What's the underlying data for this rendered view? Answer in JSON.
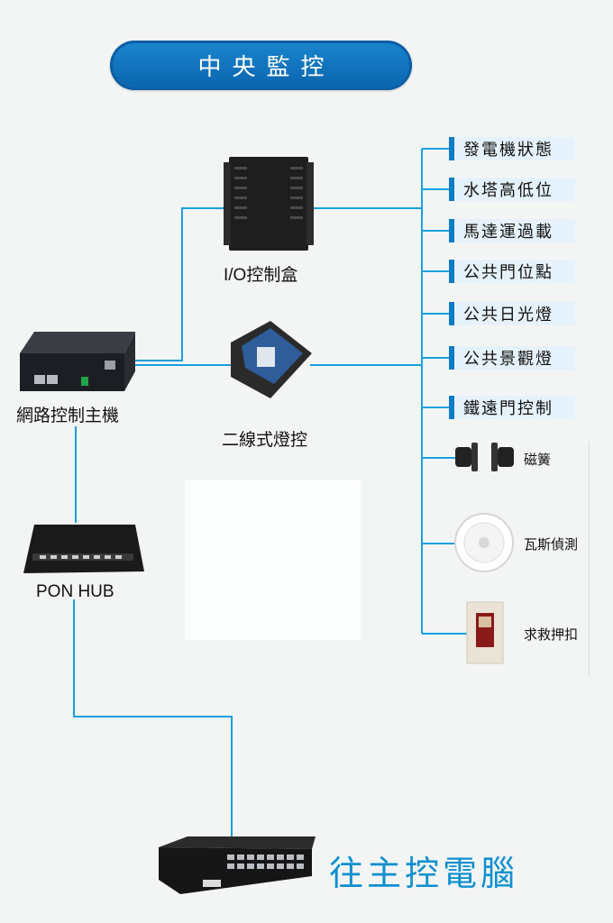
{
  "title": "中央監控",
  "devices": {
    "io_box": "I/O控制盒",
    "network_host": "網路控制主機",
    "light_control": "二線式燈控",
    "pon_hub": "PON HUB"
  },
  "signals": [
    "發電機狀態",
    "水塔高低位",
    "馬達運過載",
    "公共門位點",
    "公共日光燈",
    "公共景觀燈",
    "鐵遠門控制"
  ],
  "sensors": {
    "reed": "磁簧",
    "gas": "瓦斯偵測",
    "sos": "求救押扣"
  },
  "bottom_title": "往主控電腦",
  "colors": {
    "wire": "#1aa0e0",
    "accent": "#0c7cc3",
    "title_bg": "#0a63ad"
  }
}
